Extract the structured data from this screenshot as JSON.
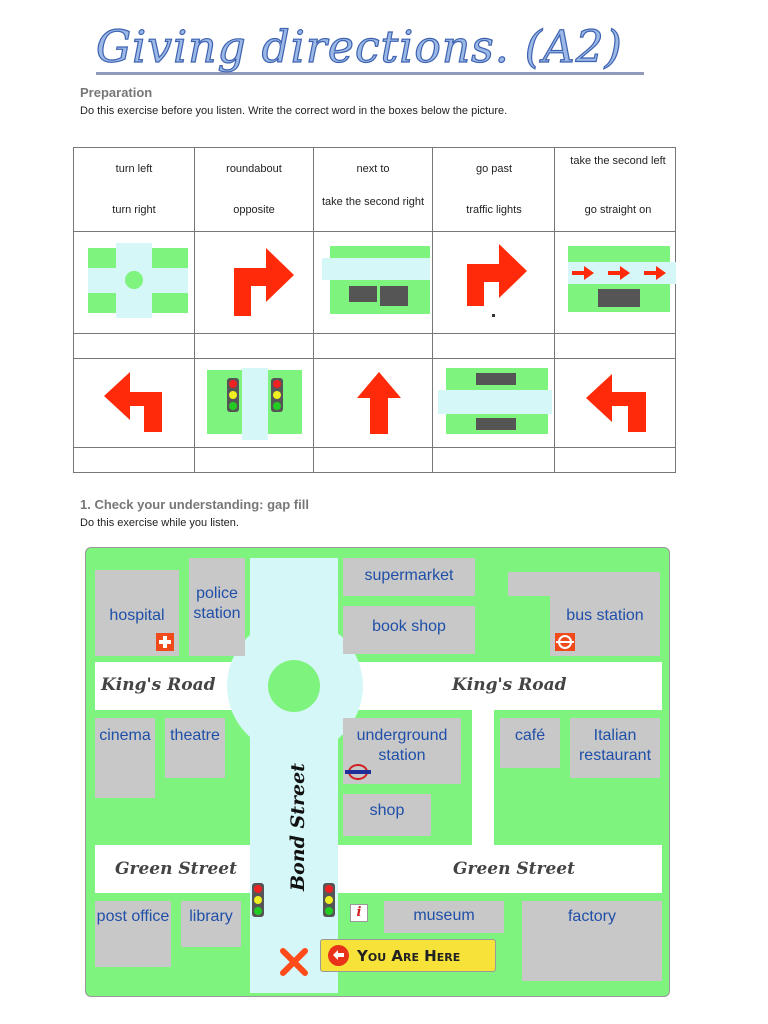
{
  "title": "Giving directions. (A2)",
  "preparation": {
    "heading": "Preparation",
    "instruction": "Do this exercise before you listen. Write the correct word in the boxes below the picture."
  },
  "vocab_words": [
    "turn left",
    "roundabout",
    "next to",
    "go past",
    "take the second left",
    "turn right",
    "opposite",
    "take the second right",
    "traffic lights",
    "go straight on"
  ],
  "picture_icons": [
    "roundabout-icon",
    "right-turn-arrow-icon",
    "opposite-buildings-icon",
    "right-turn-arrow-icon",
    "go-past-arrows-icon",
    "left-turn-arrow-icon",
    "traffic-lights-icon",
    "straight-arrow-icon",
    "opposite-road-icon",
    "left-turn-arrow-icon"
  ],
  "gap_fill": {
    "heading": "1. Check your understanding: gap fill",
    "instruction": "Do this exercise while you listen."
  },
  "map": {
    "buildings": {
      "hospital": "hospital",
      "police_station": "police station",
      "supermarket": "supermarket",
      "book_shop": "book shop",
      "bus_station": "bus station",
      "cinema": "cinema",
      "theatre": "theatre",
      "underground_station": "underground station",
      "shop": "shop",
      "cafe": "café",
      "italian_restaurant": "Italian restaurant",
      "post_office": "post office",
      "library": "library",
      "museum": "museum",
      "factory": "factory"
    },
    "roads": {
      "kings_road_left": "King's Road",
      "kings_road_right": "King's Road",
      "green_street_left": "Green Street",
      "green_street_right": "Green Street",
      "bond_street": "Bond Street"
    },
    "you_are_here": "You Are Here",
    "info_icon_text": "i",
    "colors": {
      "grass": "#7ef37e",
      "road": "#ffffff",
      "bond_street": "#d6f7f8",
      "building": "#c8c8c8",
      "label": "#1f4fa8",
      "arrow": "#ff2a0a"
    }
  }
}
